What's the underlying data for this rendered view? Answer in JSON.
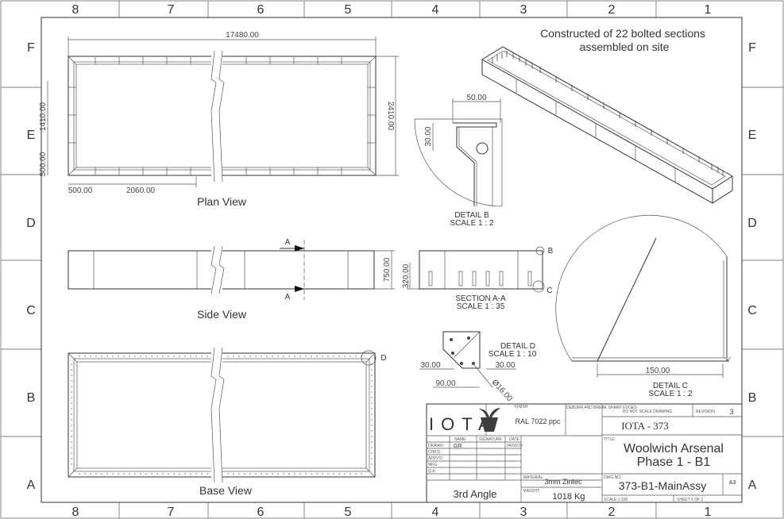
{
  "border": {
    "col_zones": [
      "8",
      "7",
      "6",
      "5",
      "4",
      "3",
      "2",
      "1"
    ],
    "row_zones": [
      "F",
      "E",
      "D",
      "C",
      "B",
      "A"
    ]
  },
  "note": {
    "line1": "Constructed of 22 bolted sections",
    "line2": "assembled on site"
  },
  "views": {
    "plan": "Plan View",
    "side": "Side View",
    "base": "Base View",
    "detail_b": {
      "title": "DETAIL B",
      "scale": "SCALE 1 : 2",
      "marker": "B"
    },
    "section_aa": {
      "title": "SECTION A-A",
      "scale": "SCALE 1 : 35",
      "arrow": "A"
    },
    "detail_c": {
      "title": "DETAIL C",
      "scale": "SCALE 1 : 2",
      "marker": "C"
    },
    "detail_d": {
      "title": "DETAIL D",
      "scale": "SCALE 1 : 10",
      "marker": "D"
    }
  },
  "dims": {
    "overall_length": "17480.00",
    "height_left": "1410.00",
    "width_right": "2410.00",
    "corner_v": "500.00",
    "corner_h": "500.00",
    "bay": "2060.00",
    "side_height": "750.00",
    "section_320": "320.00",
    "detail_b_50": "50.00",
    "detail_b_30": "30.00",
    "detail_c_150": "150.00",
    "detail_d_30_left": "30.00",
    "detail_d_30_right": "30.00",
    "detail_d_90": "90.00",
    "detail_d_dia": "Ø16.00"
  },
  "title_block": {
    "logo": "IOTA",
    "finish_label": "FINISH:",
    "finish": "RAL 7022 ppc",
    "deburr": "DEBURR AND BREAK SHARP EDGES",
    "do_not_scale": "DO NOT SCALE DRAWING",
    "revision_label": "REVISION",
    "revision": "3",
    "drawing_ref": "IOTA - 373",
    "name_col": "NAME",
    "signature_col": "SIGNATURE",
    "date_col": "DATE",
    "rows": [
      "DRAWN",
      "CHK'D",
      "APPV'D",
      "MFG",
      "Q.A"
    ],
    "drawn_name": "GR",
    "drawn_date": "04/03/19",
    "title_label": "TITLE:",
    "title_line1": "Woolwich Arsenal",
    "title_line2": "Phase 1 - B1",
    "material_label": "MATERIAL:",
    "material": "3mm Zintec",
    "dwg_label": "DWG NO.",
    "dwg_no": "373-B1-MainAssy",
    "size": "A3",
    "weight_label": "WEIGHT:",
    "weight": "1018 Kg",
    "projection": "3rd Angle",
    "scale": "SCALE:1:100",
    "sheet": "SHEET 1 OF 1"
  }
}
